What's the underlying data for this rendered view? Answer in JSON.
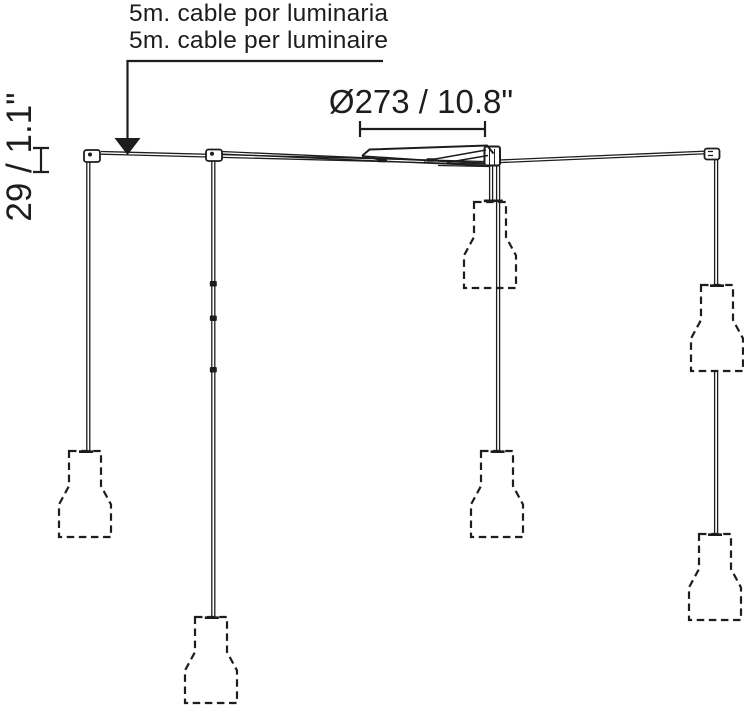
{
  "note": {
    "line1": "5m. cable por luminaria",
    "line2": "5m. cable per luminaire"
  },
  "dimensions": {
    "diameter": {
      "label": "Ø273 / 10.8\"",
      "millimeters": 273,
      "inches": 10.8
    },
    "drop": {
      "label": "29 / 1.1\"",
      "millimeters": 29,
      "inches": 1.1
    }
  },
  "fixture": {
    "pendant_count": 6
  },
  "colors": {
    "line": "#1d1d1b",
    "background": "#ffffff"
  }
}
